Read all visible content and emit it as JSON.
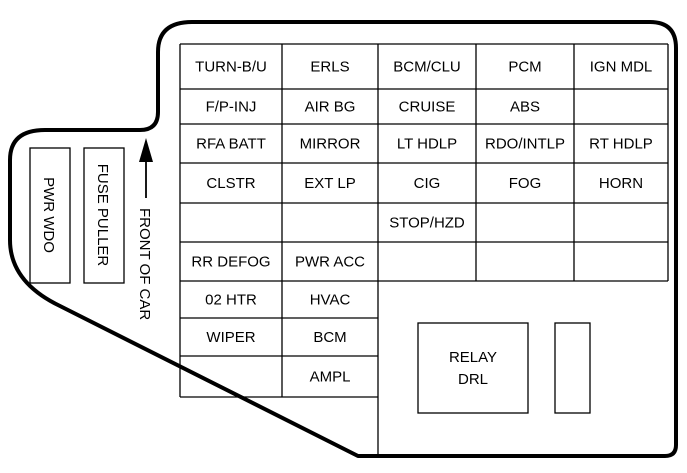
{
  "grid": {
    "rows": [
      [
        "TURN-B/U",
        "ERLS",
        "BCM/CLU",
        "PCM",
        "IGN MDL"
      ],
      [
        "F/P-INJ",
        "AIR BG",
        "CRUISE",
        "ABS",
        ""
      ],
      [
        "RFA BATT",
        "MIRROR",
        "LT HDLP",
        "RDO/INTLP",
        "RT HDLP"
      ],
      [
        "CLSTR",
        "EXT LP",
        "CIG",
        "FOG",
        "HORN"
      ],
      [
        "",
        "",
        "STOP/HZD",
        "",
        ""
      ],
      [
        "RR DEFOG",
        "PWR ACC",
        "",
        "",
        ""
      ]
    ],
    "lower_rows": [
      [
        "02 HTR",
        "HVAC"
      ],
      [
        "WIPER",
        "BCM"
      ],
      [
        "",
        "AMPL"
      ]
    ]
  },
  "relay": {
    "line1": "RELAY",
    "line2": "DRL"
  },
  "side": {
    "pwr_wdo": "PWR WDO",
    "fuse_puller": "FUSE PULLER",
    "front_of_car": "FRONT OF CAR"
  }
}
